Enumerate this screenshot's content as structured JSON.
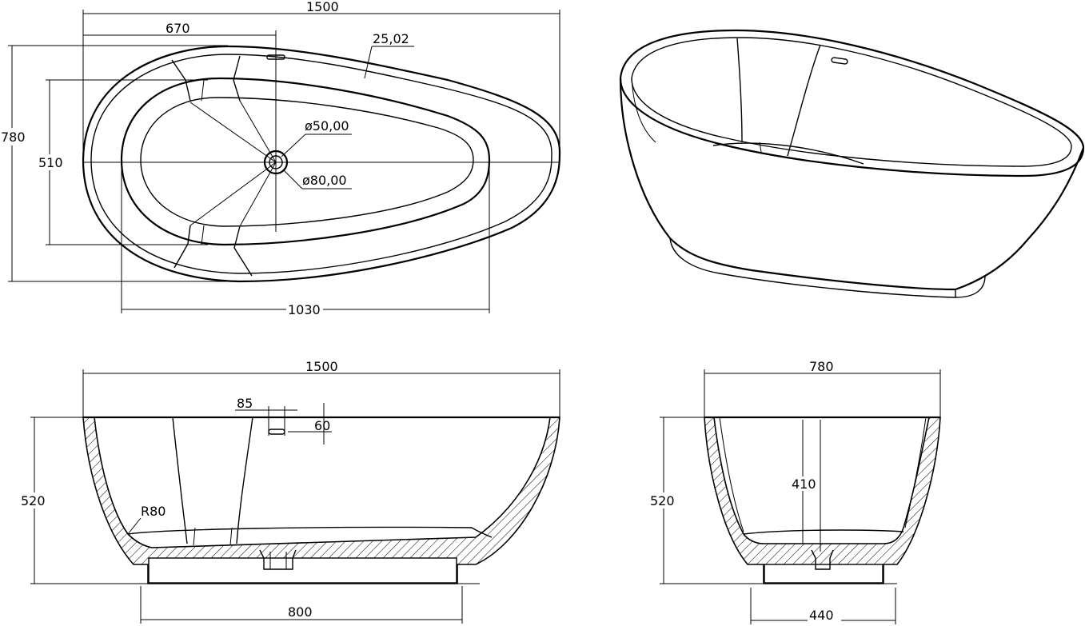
{
  "dimensions": {
    "top_overall_length": "1500",
    "top_drain_offset": "670",
    "top_width": "780",
    "top_inner_width": "510",
    "top_inner_length": "1030",
    "top_slope": "25,02",
    "drain_diameter_inner": "ø50,00",
    "drain_diameter_outer": "ø80,00",
    "side_length": "1500",
    "overflow_width": "85",
    "overflow_height": "60",
    "side_height": "520",
    "inner_radius": "R80",
    "side_base_length": "800",
    "end_width": "780",
    "end_height": "520",
    "end_inner_depth": "410",
    "end_base_width": "440"
  }
}
